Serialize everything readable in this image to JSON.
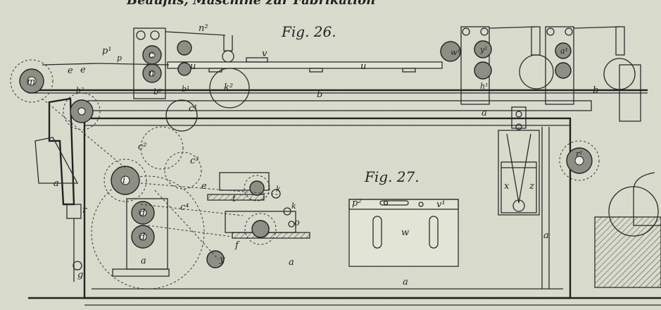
{
  "header_text": "Beaufils, Maschine zur Fabrikation",
  "figures": {
    "fig26": "Fig. 26.",
    "fig27": "Fig. 27."
  },
  "labels": {
    "n2": "n²",
    "p1": "p¹",
    "p": "p",
    "e1": "e",
    "e2": "e",
    "m": "m",
    "c": "c",
    "n": "n",
    "b2": "b²",
    "b1": "b¹",
    "b3": "b²",
    "u1": "u",
    "u2": "u",
    "v": "v",
    "k2": "k²",
    "b": "b",
    "b_right": "b",
    "c1": "c¹",
    "c2": "c²",
    "c3": "c³",
    "c4": "c⁴",
    "a_left": "a",
    "a_mid": "a",
    "a_base": "a",
    "a_right": "a",
    "a_top": "a",
    "a_low": "a",
    "r": "r",
    "g": "g",
    "i": "i",
    "d1": "d",
    "d2": "d",
    "e3": "e",
    "t": "t",
    "k_small1": "k",
    "k_small2": "k",
    "f": "f",
    "y": "y",
    "o": "o",
    "p2": "p²",
    "v1": "v¹",
    "w": "w",
    "x": "x",
    "z": "z",
    "r1": "r¹",
    "w1": "w¹",
    "y1": "y¹",
    "a1": "a¹",
    "h1": "h¹"
  }
}
